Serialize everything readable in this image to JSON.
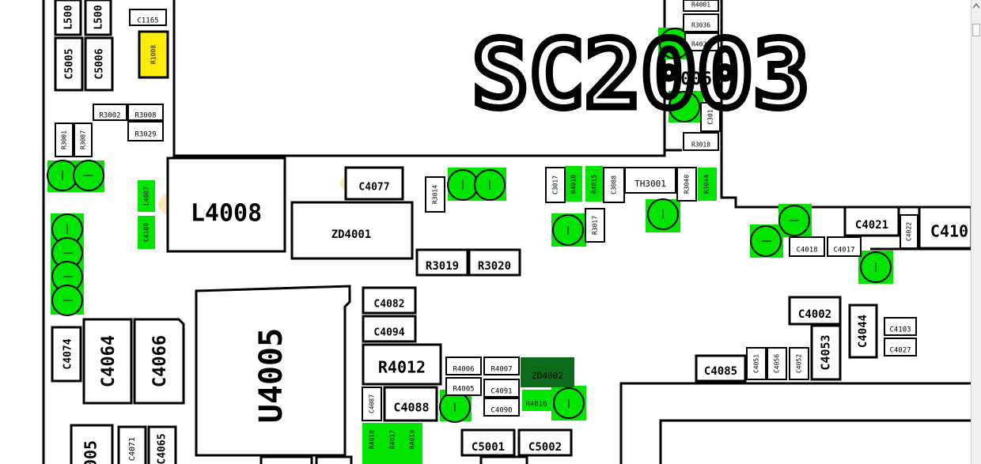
{
  "title": "SC2003",
  "colors": {
    "pad_green": "#00e400",
    "dark_green": "#0b6b1b",
    "yellow": "#ffeb0a",
    "orange": "#fe6a3c",
    "pink": "#f48ccf",
    "halo": "#fde9b6"
  },
  "components": [
    {
      "id": "L5003",
      "label": "L500"
    },
    {
      "id": "L5002",
      "label": "L500"
    },
    {
      "id": "C1165",
      "label": "C1165"
    },
    {
      "id": "R1008",
      "label": "R1008"
    },
    {
      "id": "C5005",
      "label": "C5005"
    },
    {
      "id": "C5006",
      "label": "C5006"
    },
    {
      "id": "R3002",
      "label": "R3002"
    },
    {
      "id": "R3008",
      "label": "R3008"
    },
    {
      "id": "R3029",
      "label": "R3029"
    },
    {
      "id": "R3001",
      "label": "R3001"
    },
    {
      "id": "R3007",
      "label": "R3007"
    },
    {
      "id": "L4008",
      "label": "L4008"
    },
    {
      "id": "L4007",
      "label": "L4007"
    },
    {
      "id": "C4108",
      "label": "C4108"
    },
    {
      "id": "C4077",
      "label": "C4077"
    },
    {
      "id": "ZD4001",
      "label": "ZD4001"
    },
    {
      "id": "R3014",
      "label": "R3014"
    },
    {
      "id": "R3019",
      "label": "R3019"
    },
    {
      "id": "R3020",
      "label": "R3020"
    },
    {
      "id": "C3017",
      "label": "C3017"
    },
    {
      "id": "R4010",
      "label": "R4010"
    },
    {
      "id": "R4015",
      "label": "R4015"
    },
    {
      "id": "C3088",
      "label": "C3088"
    },
    {
      "id": "TH3001",
      "label": "TH3001"
    },
    {
      "id": "R3040",
      "label": "R3040"
    },
    {
      "id": "R3044",
      "label": "R3044"
    },
    {
      "id": "R3017",
      "label": "R3017"
    },
    {
      "id": "R4001",
      "label": "R4001"
    },
    {
      "id": "R3036",
      "label": "R3036"
    },
    {
      "id": "R4023",
      "label": "R4023"
    },
    {
      "id": "C3016",
      "label": "C301"
    },
    {
      "id": "R3018",
      "label": "R3018"
    },
    {
      "id": "C4021",
      "label": "C4021"
    },
    {
      "id": "C4022",
      "label": "C4022"
    },
    {
      "id": "C4105",
      "label": "C410"
    },
    {
      "id": "C4018",
      "label": "C4018"
    },
    {
      "id": "C4017",
      "label": "C4017"
    },
    {
      "id": "C4074",
      "label": "C4074"
    },
    {
      "id": "C4064",
      "label": "C4064"
    },
    {
      "id": "C4066",
      "label": "C4066"
    },
    {
      "id": "U4005",
      "label": "U4005"
    },
    {
      "id": "C4082",
      "label": "C4082"
    },
    {
      "id": "C4094",
      "label": "C4094"
    },
    {
      "id": "R4012",
      "label": "R4012"
    },
    {
      "id": "R4006",
      "label": "R4006"
    },
    {
      "id": "R4007",
      "label": "R4007"
    },
    {
      "id": "ZD4002",
      "label": "ZD4002"
    },
    {
      "id": "R4005",
      "label": "R4005"
    },
    {
      "id": "C4091",
      "label": "C4091"
    },
    {
      "id": "R4016",
      "label": "R4016"
    },
    {
      "id": "C4090",
      "label": "C4090"
    },
    {
      "id": "C4087",
      "label": "C4087"
    },
    {
      "id": "C4088",
      "label": "C4088"
    },
    {
      "id": "R4018",
      "label": "R4018"
    },
    {
      "id": "R4017",
      "label": "R4017"
    },
    {
      "id": "R4019",
      "label": "R4019"
    },
    {
      "id": "C5001",
      "label": "C5001"
    },
    {
      "id": "C5002",
      "label": "C5002"
    },
    {
      "id": "C4002",
      "label": "C4002"
    },
    {
      "id": "C4053",
      "label": "C4053"
    },
    {
      "id": "C4044",
      "label": "C4044"
    },
    {
      "id": "C4103",
      "label": "C4103"
    },
    {
      "id": "C4027",
      "label": "C4027"
    },
    {
      "id": "C4085",
      "label": "C4085"
    },
    {
      "id": "C4051",
      "label": "C4051"
    },
    {
      "id": "C4056",
      "label": "C4056"
    },
    {
      "id": "C4052",
      "label": "C4052"
    },
    {
      "id": "C5005b",
      "label": "005"
    },
    {
      "id": "C4071",
      "label": "C4071"
    },
    {
      "id": "C4065",
      "label": "C4065"
    },
    {
      "id": "R3006",
      "label": "006"
    }
  ]
}
